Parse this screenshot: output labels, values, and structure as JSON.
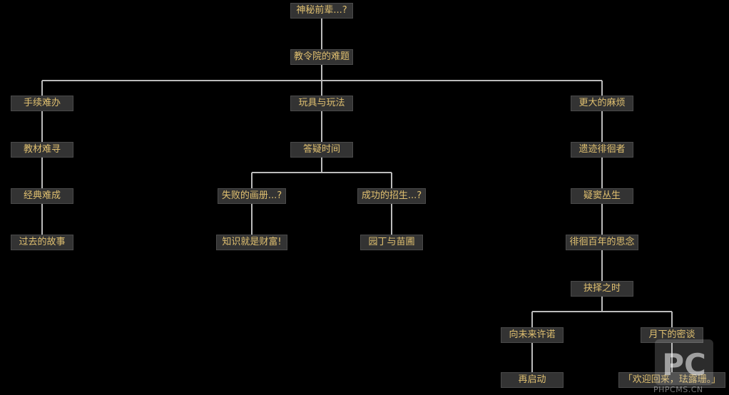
{
  "colors": {
    "background": "#000000",
    "node_fill": "#333333",
    "node_border": "#4a4a4a",
    "node_text": "#e0c070",
    "connector": "#bbbbbb"
  },
  "tree": {
    "root": "神秘前辈...?",
    "level1": "教令院的难题",
    "branches": {
      "left": {
        "head": "手续难办",
        "chain": [
          "教材难寻",
          "经典难成",
          "过去的故事"
        ]
      },
      "middle": {
        "head": "玩具与玩法",
        "next": "答疑时间",
        "split_left": {
          "head": "失败的画册...?",
          "leaf": "知识就是财富!"
        },
        "split_right": {
          "head": "成功的招生...?",
          "leaf": "园丁与苗圃"
        }
      },
      "right": {
        "head": "更大的麻烦",
        "chain": [
          "遗迹徘徊者",
          "疑窦丛生",
          "徘徊百年的思念",
          "抉择之时"
        ],
        "split_left": {
          "head": "向未来许诺",
          "leaf": "再启动"
        },
        "split_right": {
          "head": "月下的密谈",
          "leaf": "「欢迎回来，珐露珊。」"
        }
      }
    }
  },
  "watermark": {
    "logo_text": "PC",
    "site": "PHPCMS.CN"
  }
}
